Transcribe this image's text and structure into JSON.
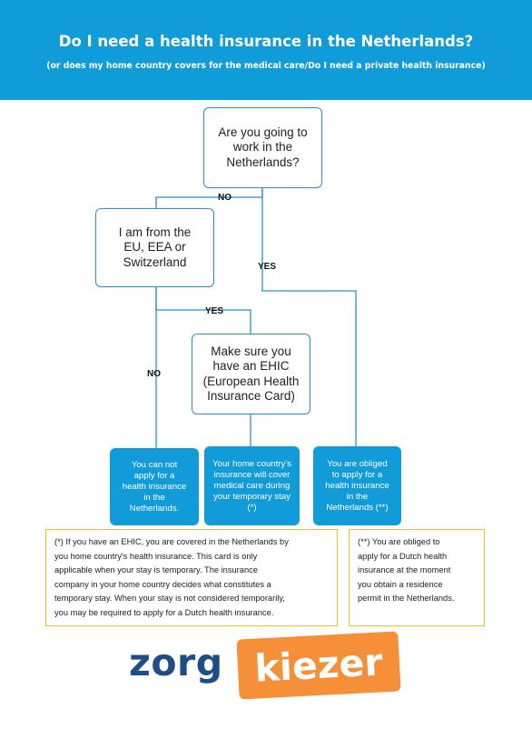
{
  "header": {
    "title": "Do I need a health insurance in the Netherlands?",
    "subtitle": "(or does my home country covers for the medical care/Do I need a private health insurance)"
  },
  "flowchart": {
    "q_work": "Are you going to\nwork in the\nNetherlands?",
    "q_eu": "I am from the\nEU, EEA or\nSwitzerland",
    "ehic": "Make sure you\nhave an EHIC\n(European Health\nInsurance Card)",
    "label_no_work": "NO",
    "label_yes_work": "YES",
    "label_yes_eu": "YES",
    "label_no_eu": "NO",
    "out_cannot": "You can not\napply for a\nhealth insurance\nin the\nNetherlands.",
    "out_home": "Your home country's\ninsurance will cover\nmedical care during\nyour temporary stay\n(*)",
    "out_obliged": "You are obliged\nto apply for a\nhealth insurance\nin the\nNetherlands (**)"
  },
  "notes": {
    "note1": "(*) If you have an EHIC, you are covered in the Netherlands by\nyou home country's health insurance. This card is only\napplicable when your stay is temporary. The insurance\ncompany in your home country decides what constitutes a\ntemporary stay. When your stay is not considered temporarily,\nyou may be required to apply for a Dutch health insurance.",
    "note2": "(**) You are obliged to\napply for a Dutch health\ninsurance at the moment\nyou obtain a residence\npermit in the Netherlands."
  },
  "logo": {
    "part1": "zorg",
    "part2": "kiezer"
  },
  "colors": {
    "header": "#109cd8",
    "outcome": "#129bd9",
    "box_border": "#2c91c9",
    "note_border": "#f0c21d",
    "logo_blue": "#1f4e86",
    "logo_orange": "#f58f38"
  }
}
